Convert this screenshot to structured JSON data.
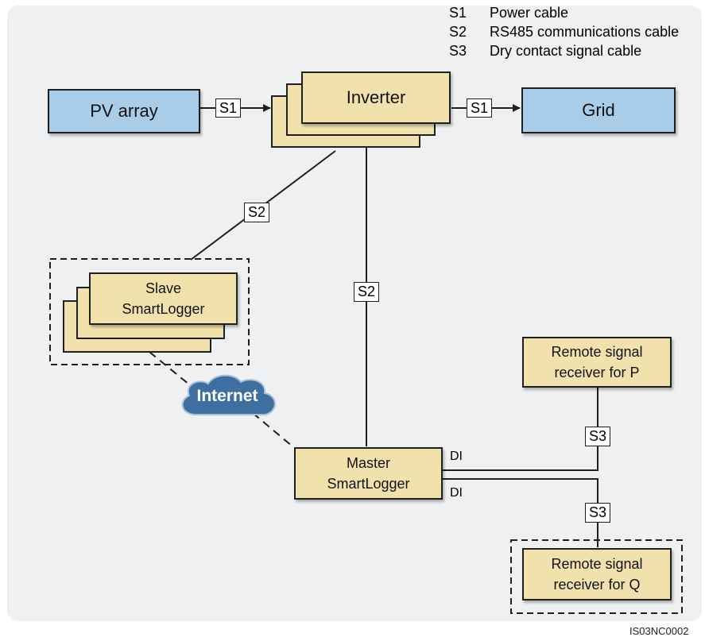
{
  "legend": [
    {
      "code": "S1",
      "description": "Power cable"
    },
    {
      "code": "S2",
      "description": "RS485 communications cable"
    },
    {
      "code": "S3",
      "description": "Dry contact signal cable"
    }
  ],
  "nodes": {
    "pv_array": "PV array",
    "inverter": "Inverter",
    "grid": "Grid",
    "slave_line1": "Slave",
    "slave_line2": "SmartLogger",
    "master_line1": "Master",
    "master_line2": "SmartLogger",
    "remote_p_line1": "Remote signal",
    "remote_p_line2": "receiver for P",
    "remote_q_line1": "Remote signal",
    "remote_q_line2": "receiver for Q",
    "internet": "Internet"
  },
  "cable_labels": {
    "pv_to_inverter": "S1",
    "inverter_to_grid": "S1",
    "inverter_to_slave": "S2",
    "inverter_to_master": "S2",
    "master_to_remote_p": "S3",
    "master_to_remote_q": "S3"
  },
  "ports": {
    "di_upper": "DI",
    "di_lower": "DI"
  },
  "figure_id": "IS03NC0002",
  "colors": {
    "panel": "#eef0f1",
    "blue_box": "#a9cde9",
    "tan_box": "#f1e2ad",
    "cloud": "#3f6fa0"
  }
}
